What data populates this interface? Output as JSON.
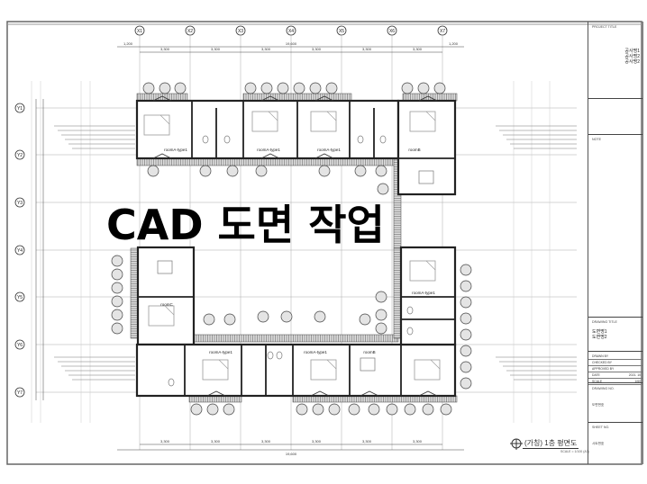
{
  "overlay_title": "CAD 도면 작업",
  "grid": {
    "x_axes": [
      "X1",
      "X2",
      "X3",
      "X4",
      "X5",
      "X6",
      "X7"
    ],
    "y_axes": [
      "Y1",
      "Y2",
      "Y3",
      "Y4",
      "Y5",
      "Y6",
      "Y7"
    ]
  },
  "dimensions": {
    "top_overall": "19,600",
    "top_left_overhang": "1,200",
    "top_right_overhang": "1,200",
    "top_spans": [
      "3,300",
      "3,300",
      "3,300",
      "3,300",
      "3,300",
      "3,300"
    ],
    "bottom_overall": "19,600",
    "bottom_spans": [
      "3,300",
      "3,300",
      "3,300",
      "3,300",
      "3,300",
      "3,300"
    ]
  },
  "rooms": [
    {
      "label": "roomA-type1"
    },
    {
      "label": "roomA-type1"
    },
    {
      "label": "roomA-type1"
    },
    {
      "label": "roomB"
    },
    {
      "label": "roomC"
    },
    {
      "label": "roomA-type1"
    },
    {
      "label": "roomA-type1"
    },
    {
      "label": "roomA-type1"
    },
    {
      "label": "roomB"
    }
  ],
  "drawing_title": {
    "title": "(가칭) 1층 평면도",
    "scale": "SCALE = 1/100 (A3)"
  },
  "title_block": {
    "project_title_label": "PROJECT TITLE",
    "project_names": [
      "공사명1",
      "공사명2",
      "공사명2"
    ],
    "note_label": "NOTE",
    "drawing_title_label": "DRAWING TITLE",
    "drawing_names": [
      "도면명1",
      "도면명2"
    ],
    "drawn_by_label": "DRAWN BY",
    "checked_by_label": "CHECKED BY",
    "approved_by_label": "APPROVED BY",
    "date_label": "DATE",
    "date_value": "2021. 10",
    "scale_label": "SCALE",
    "scale_value": "1/60",
    "drawing_no_label": "DRAWING NO.",
    "drawing_no_value": "도면번호",
    "sheet_no_label": "SHEET NO.",
    "sheet_no_value": "시트번호"
  }
}
